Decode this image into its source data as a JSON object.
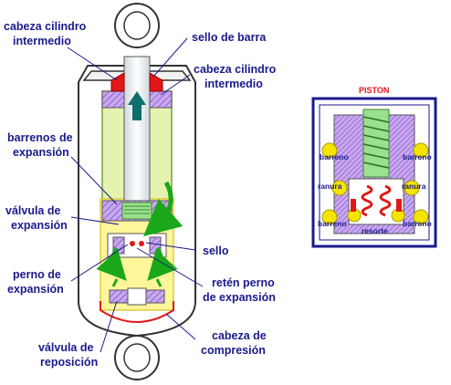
{
  "labels": {
    "cabeza_cilindro_top": [
      "cabeza cilindro",
      "intermedio"
    ],
    "sello_barra": "sello de barra",
    "cabeza_cilindro_right": [
      "cabeza cilindro",
      "intermedio"
    ],
    "barrenos_expansion": [
      "barrenos de",
      "expansión"
    ],
    "valvula_expansion": [
      "válvula de",
      "expansión"
    ],
    "sello": "sello",
    "perno_expansion": [
      "perno de",
      "expansión"
    ],
    "reten_perno": [
      "retén perno",
      "de expansión"
    ],
    "valvula_reposicion": [
      "válvula de",
      "reposición"
    ],
    "cabeza_compresion": [
      "cabeza de",
      "compresión"
    ]
  },
  "piston": {
    "title": "PISTON",
    "barreno": "barreno",
    "ranura": "ranura",
    "resorte": "resorte"
  },
  "colors": {
    "label_text": "#1a1a8c",
    "piston_title": "#e01818",
    "outer_tube": "#ffffff",
    "fluid": "#e6f2b0",
    "arrow": "#1aa81a",
    "seal": "#e01818",
    "piston_frame": "#1a1a8c"
  }
}
